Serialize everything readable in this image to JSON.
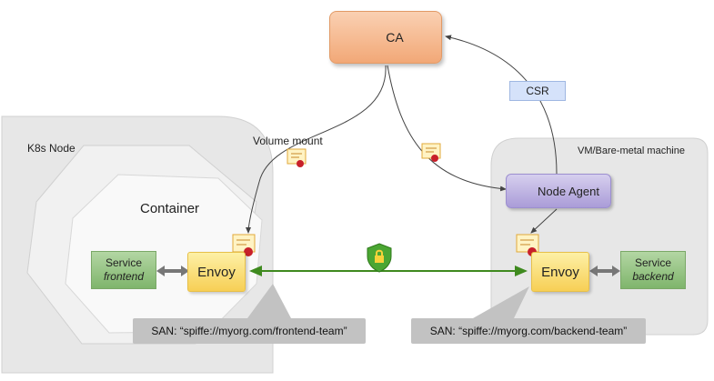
{
  "ca": {
    "label": "CA"
  },
  "csr": {
    "label": "CSR"
  },
  "k8s_node": {
    "label": "K8s Node"
  },
  "container": {
    "label": "Container"
  },
  "vm": {
    "label": "VM/Bare-metal machine"
  },
  "volume_mount": {
    "label": "Volume mount"
  },
  "node_agent": {
    "label": "Node Agent"
  },
  "left_envoy": {
    "label": "Envoy"
  },
  "right_envoy": {
    "label": "Envoy"
  },
  "service_frontend": {
    "line1": "Service",
    "line2": "frontend"
  },
  "service_backend": {
    "line1": "Service",
    "line2": "backend"
  },
  "san_frontend": {
    "label": "SAN: “spiffe://myorg.com/frontend-team”"
  },
  "san_backend": {
    "label": "SAN: “spiffe://myorg.com/backend-team”"
  },
  "colors": {
    "ca": "#f2a877",
    "envoy": "#f7cf55",
    "service": "#7fb56c",
    "agent": "#aa9cd8",
    "csr": "#d5e2fa",
    "mtls_line": "#3f8a1f"
  }
}
